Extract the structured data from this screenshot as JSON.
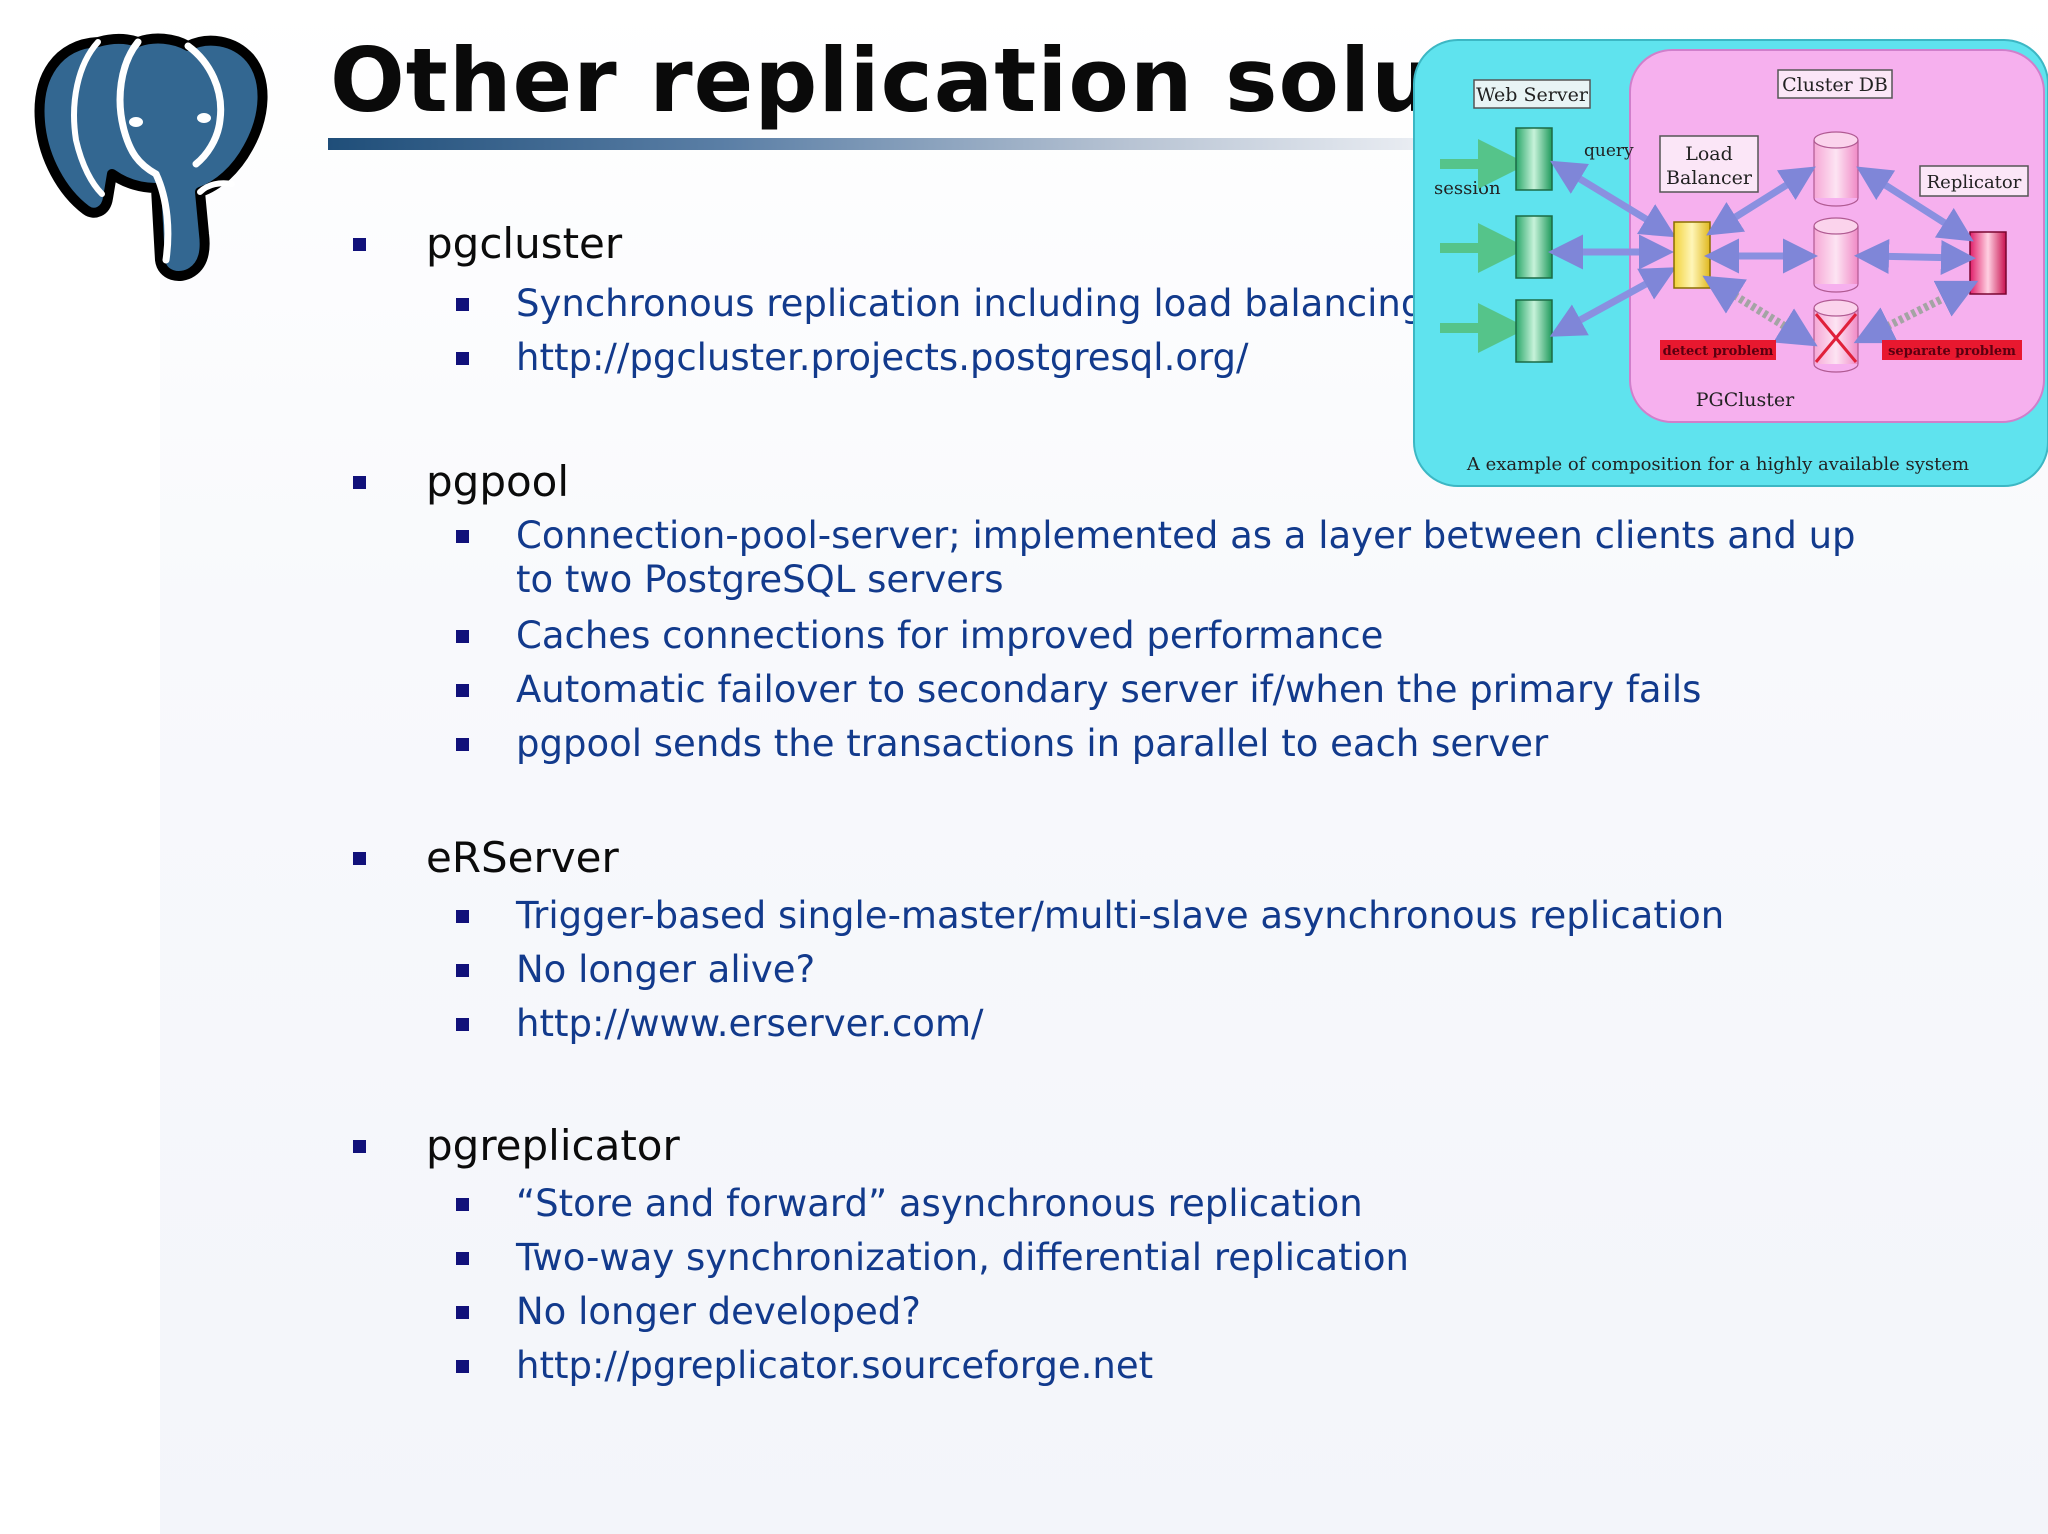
{
  "slide": {
    "title": "Other replication solutions"
  },
  "sections": [
    {
      "heading": "pgcluster",
      "items": [
        "Synchronous replication including load balancing",
        "http://pgcluster.projects.postgresql.org/"
      ]
    },
    {
      "heading": "pgpool",
      "items": [
        "Connection-pool-server; implemented as a layer between clients and up to two PostgreSQL servers",
        "Caches connections for improved performance",
        "Automatic failover to secondary server if/when the primary fails",
        "pgpool sends the transactions in parallel to each server"
      ]
    },
    {
      "heading": "eRServer",
      "items": [
        "Trigger-based single-master/multi-slave asynchronous replication",
        "No longer alive?",
        "http://www.erserver.com/"
      ]
    },
    {
      "heading": "pgreplicator",
      "items": [
        "“Store and forward” asynchronous replication",
        "Two-way synchronization, differential replication",
        "No longer developed?",
        "http://pgreplicator.sourceforge.net"
      ]
    }
  ],
  "diagram": {
    "web_server": "Web Server",
    "cluster_db": "Cluster DB",
    "query": "query",
    "session": "session",
    "load_balancer_1": "Load",
    "load_balancer_2": "Balancer",
    "replicator": "Replicator",
    "detect_problem": "detect problem",
    "separate_problem": "separate problem",
    "pgcluster": "PGCluster",
    "caption": "A example of composition for a highly available system"
  },
  "colors": {
    "title_rule_start": "#1f4e79",
    "bullet": "#11117a",
    "subtext": "#123a8c",
    "diagram_outer": "#5ee0ec",
    "diagram_inner": "#f7b2f0"
  }
}
